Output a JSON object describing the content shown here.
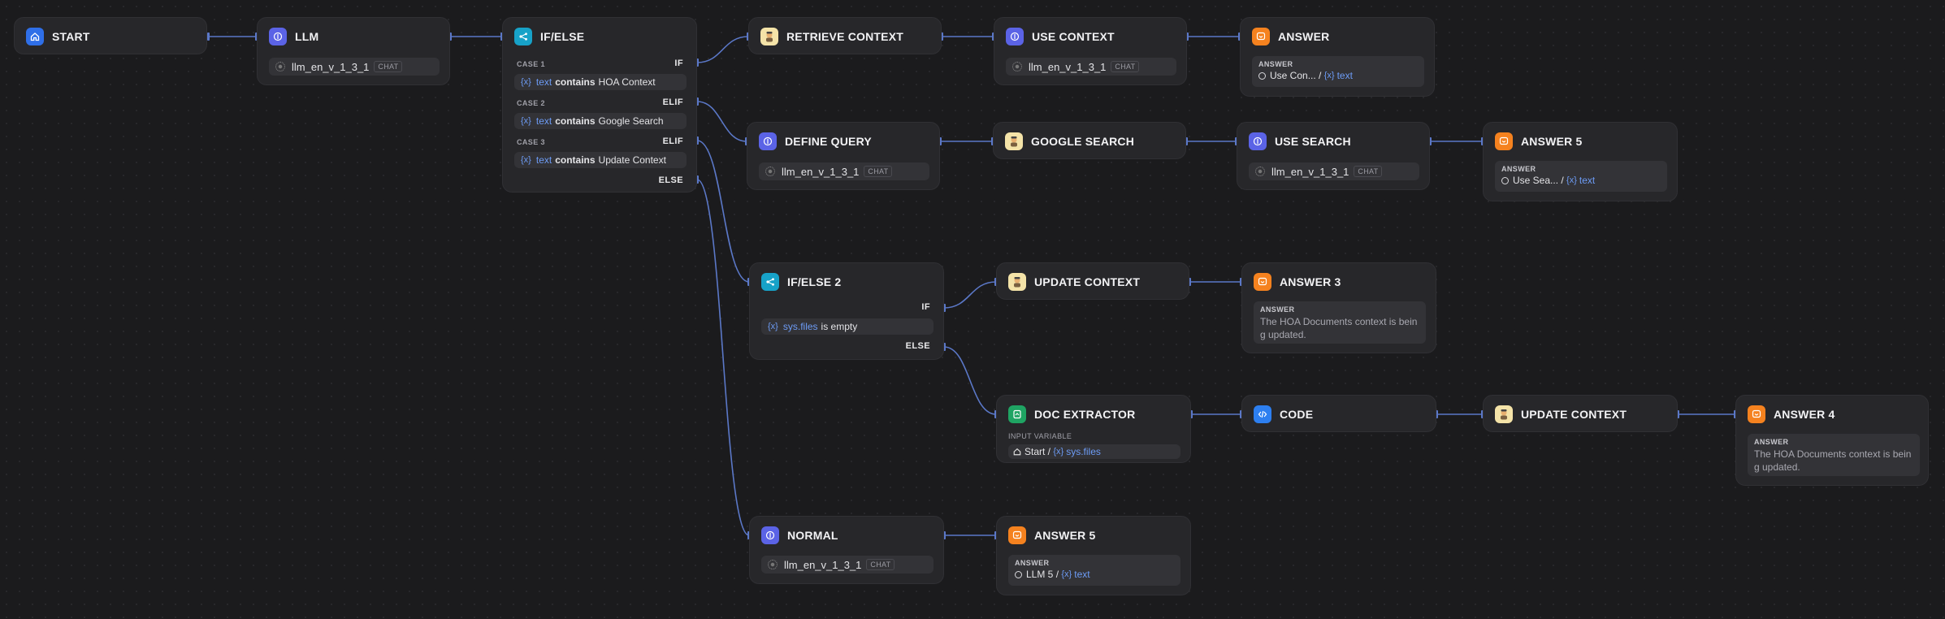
{
  "nodes": {
    "start": {
      "title": "START",
      "icon": "home-icon"
    },
    "llm": {
      "title": "LLM",
      "model": "llm_en_v_1_3_1",
      "tag": "CHAT"
    },
    "ifelse": {
      "title": "IF/ELSE",
      "cases": [
        {
          "case": "CASE 1",
          "branch": "IF",
          "var": "text",
          "op": "contains",
          "value": "HOA Context"
        },
        {
          "case": "CASE 2",
          "branch": "ELIF",
          "var": "text",
          "op": "contains",
          "value": "Google Search"
        },
        {
          "case": "CASE 3",
          "branch": "ELIF",
          "var": "text",
          "op": "contains",
          "value": "Update Context"
        }
      ],
      "else": "ELSE"
    },
    "retrieve": {
      "title": "RETRIEVE CONTEXT"
    },
    "use_context": {
      "title": "USE CONTEXT",
      "model": "llm_en_v_1_3_1",
      "tag": "CHAT"
    },
    "answer1": {
      "title": "ANSWER",
      "label": "ANSWER",
      "ref_node": "Use Con...",
      "ref_var": "text"
    },
    "define_query": {
      "title": "DEFINE QUERY",
      "model": "llm_en_v_1_3_1",
      "tag": "CHAT"
    },
    "google": {
      "title": "GOOGLE SEARCH"
    },
    "use_search": {
      "title": "USE SEARCH",
      "model": "llm_en_v_1_3_1",
      "tag": "CHAT"
    },
    "answer5a": {
      "title": "ANSWER 5",
      "label": "ANSWER",
      "ref_node": "Use Sea...",
      "ref_var": "text"
    },
    "ifelse2": {
      "title": "IF/ELSE 2",
      "branch": "IF",
      "var": "sys.files",
      "op": "is empty",
      "else": "ELSE"
    },
    "update1": {
      "title": "UPDATE CONTEXT"
    },
    "answer3": {
      "title": "ANSWER 3",
      "label": "ANSWER",
      "text": "The HOA Documents context is being updated."
    },
    "doc": {
      "title": "DOC EXTRACTOR",
      "label": "INPUT VARIABLE",
      "ref_node": "Start",
      "ref_var": "sys.files"
    },
    "code": {
      "title": "CODE"
    },
    "update2": {
      "title": "UPDATE CONTEXT"
    },
    "answer4": {
      "title": "ANSWER 4",
      "label": "ANSWER",
      "text": "The HOA Documents context is being updated."
    },
    "normal": {
      "title": "NORMAL",
      "model": "llm_en_v_1_3_1",
      "tag": "CHAT"
    },
    "answer5b": {
      "title": "ANSWER 5",
      "label": "ANSWER",
      "ref_node": "LLM 5",
      "ref_var": "text"
    }
  },
  "colors": {
    "edge": "#5b78c8",
    "canvas": "#1b1b1d",
    "node": "#27272a"
  }
}
